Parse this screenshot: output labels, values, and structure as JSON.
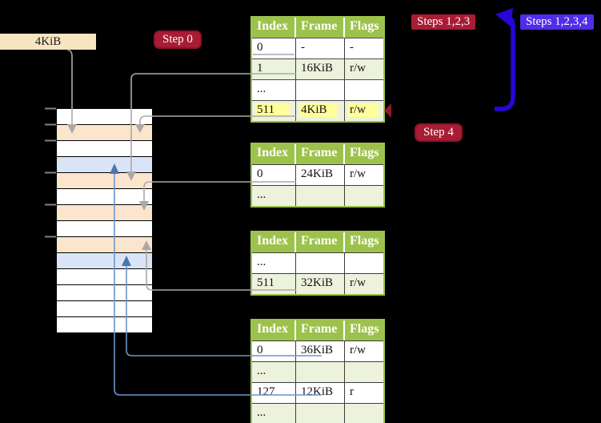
{
  "labels": {
    "page_size_box": "4KiB",
    "step0": "Step 0",
    "step4": "Step 4",
    "steps_123": "Steps 1,2,3",
    "steps_1234": "Steps 1,2,3,4"
  },
  "colors": {
    "crimson_badge": "#A81C34",
    "violet_badge": "#4F2DE9",
    "cream_label": "#F7E6C1",
    "table_header_green": "#9CC24B",
    "table_row_light": "#EDF2DD",
    "highlight_yellow": "#FFFF9C",
    "strip_peach": "#FCE5CD",
    "strip_blue": "#D9E5F6",
    "gray_connector": "#A9A9A9",
    "blue_connector": "#6E93C8",
    "blue_arrowhead": "#4F76AE",
    "thick_arrow_blue": "#2606DA"
  },
  "memory_strip": {
    "rows": [
      "white",
      "peach",
      "white",
      "blue",
      "peach",
      "white",
      "peach",
      "white",
      "peach",
      "blue",
      "white",
      "white",
      "white",
      "white"
    ],
    "tick_ys": [
      135,
      155,
      175,
      215,
      255,
      295
    ]
  },
  "tables": [
    {
      "headers": [
        "Index",
        "Frame",
        "Flags"
      ],
      "rows": [
        {
          "cells": [
            "0",
            "-",
            "-"
          ],
          "shaded": false,
          "highlight": false
        },
        {
          "cells": [
            "1",
            "16KiB",
            "r/w"
          ],
          "shaded": true,
          "highlight": false
        },
        {
          "cells": [
            "...",
            "",
            ""
          ],
          "shaded": false,
          "highlight": false
        },
        {
          "cells": [
            "511",
            "4KiB",
            "r/w"
          ],
          "shaded": true,
          "highlight": true
        }
      ]
    },
    {
      "headers": [
        "Index",
        "Frame",
        "Flags"
      ],
      "rows": [
        {
          "cells": [
            "0",
            "24KiB",
            "r/w"
          ],
          "shaded": false,
          "highlight": false
        },
        {
          "cells": [
            "...",
            "",
            ""
          ],
          "shaded": true,
          "highlight": false
        }
      ]
    },
    {
      "headers": [
        "Index",
        "Frame",
        "Flags"
      ],
      "rows": [
        {
          "cells": [
            "...",
            "",
            ""
          ],
          "shaded": false,
          "highlight": false
        },
        {
          "cells": [
            "511",
            "32KiB",
            "r/w"
          ],
          "shaded": true,
          "highlight": false
        }
      ]
    },
    {
      "headers": [
        "Index",
        "Frame",
        "Flags"
      ],
      "rows": [
        {
          "cells": [
            "0",
            "36KiB",
            "r/w"
          ],
          "shaded": false,
          "highlight": false
        },
        {
          "cells": [
            "...",
            "",
            ""
          ],
          "shaded": true,
          "highlight": false
        },
        {
          "cells": [
            "127",
            "12KiB",
            "r"
          ],
          "shaded": false,
          "highlight": false
        },
        {
          "cells": [
            "...",
            "",
            ""
          ],
          "shaded": true,
          "highlight": false
        }
      ]
    }
  ]
}
